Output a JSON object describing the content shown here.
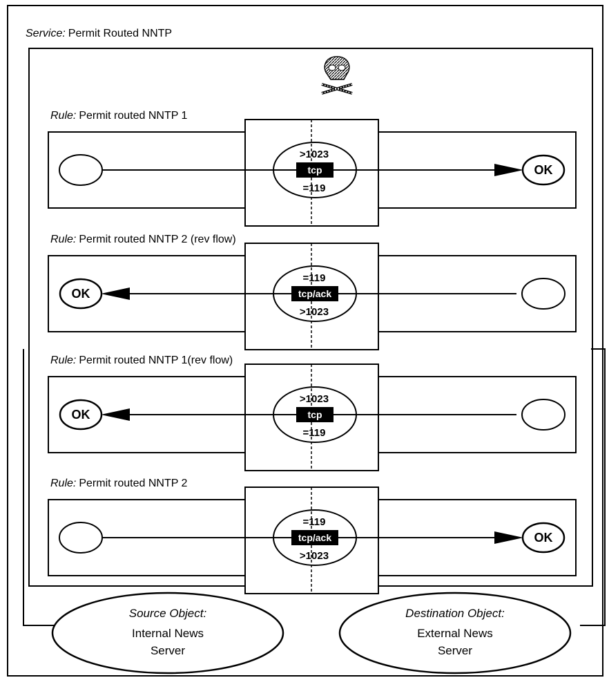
{
  "service": {
    "label": "Service:",
    "name": "Permit Routed NNTP"
  },
  "rules": [
    {
      "label": "Rule:",
      "name": "Permit routed NNTP 1",
      "direction": "right",
      "top_port": ">1023",
      "protocol": "tcp",
      "bottom_port": "=119",
      "result": "OK"
    },
    {
      "label": "Rule:",
      "name": "Permit routed NNTP 2 (rev flow)",
      "direction": "left",
      "top_port": "=119",
      "protocol": "tcp/ack",
      "bottom_port": ">1023",
      "result": "OK"
    },
    {
      "label": "Rule:",
      "name": "Permit routed NNTP 1(rev flow)",
      "direction": "left",
      "top_port": ">1023",
      "protocol": "tcp",
      "bottom_port": "=119",
      "result": "OK"
    },
    {
      "label": "Rule:",
      "name": "Permit routed NNTP 2",
      "direction": "right",
      "top_port": "=119",
      "protocol": "tcp/ack",
      "bottom_port": ">1023",
      "result": "OK"
    }
  ],
  "source_object": {
    "label": "Source Object:",
    "line1": "Internal News",
    "line2": "Server"
  },
  "destination_object": {
    "label": "Destination Object:",
    "line1": "External News",
    "line2": "Server"
  },
  "icons": {
    "service_icon": "skull-and-crossbones-icon"
  }
}
